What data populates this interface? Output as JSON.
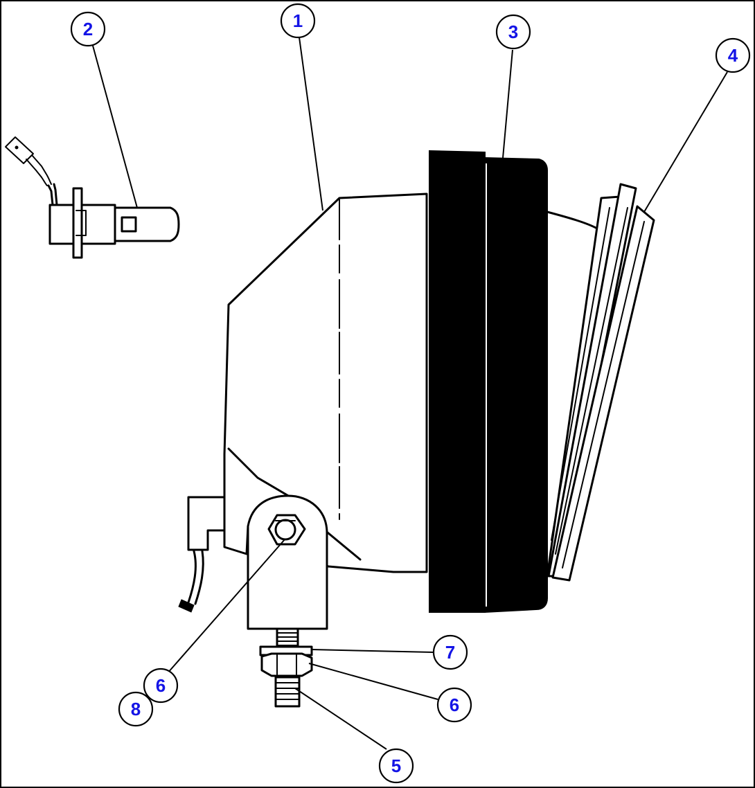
{
  "callouts": [
    {
      "id": "c1",
      "label": "1"
    },
    {
      "id": "c2",
      "label": "2"
    },
    {
      "id": "c3",
      "label": "3"
    },
    {
      "id": "c4",
      "label": "4"
    },
    {
      "id": "c5",
      "label": "5"
    },
    {
      "id": "c6a",
      "label": "6"
    },
    {
      "id": "c6b",
      "label": "6"
    },
    {
      "id": "c7",
      "label": "7"
    },
    {
      "id": "c8",
      "label": "8"
    }
  ],
  "colors": {
    "callout_text": "#1414e6",
    "line": "#000000",
    "background": "#ffffff"
  }
}
